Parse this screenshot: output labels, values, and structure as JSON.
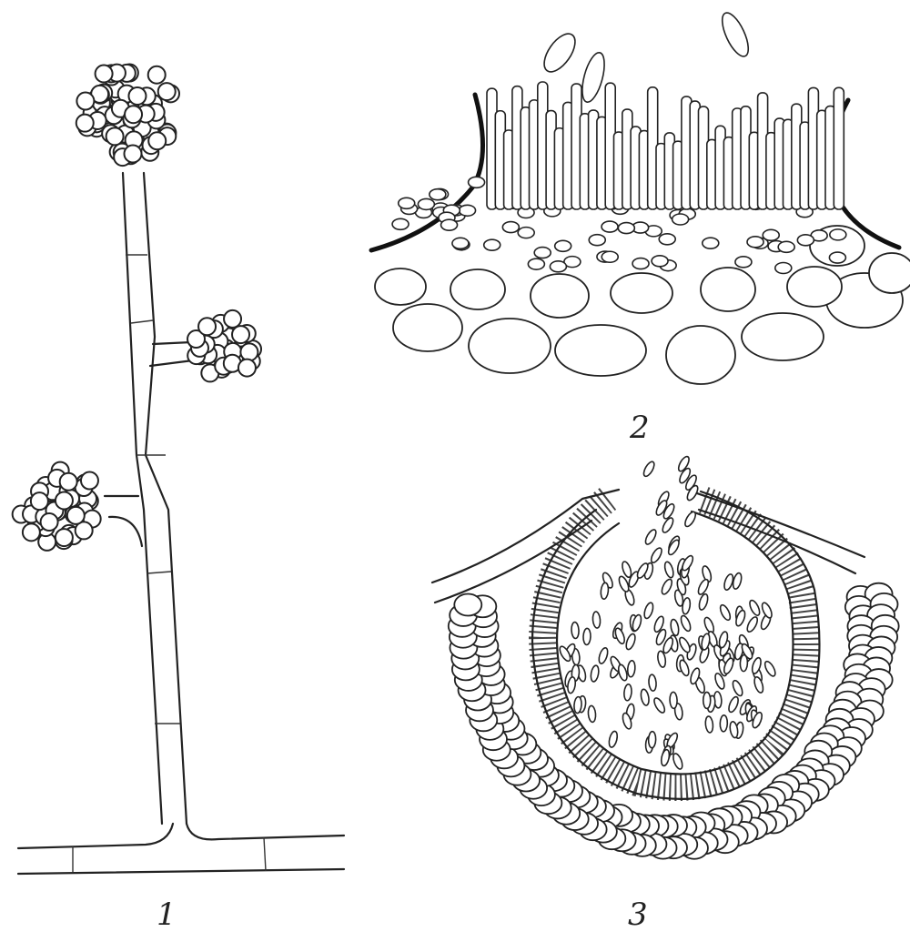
{
  "figure": {
    "panels": [
      {
        "id": "panel-1",
        "label": "1"
      },
      {
        "id": "panel-2",
        "label": "2"
      },
      {
        "id": "panel-3",
        "label": "3"
      }
    ],
    "colors": {
      "ink": "#222222",
      "paper": "#ffffff"
    }
  }
}
